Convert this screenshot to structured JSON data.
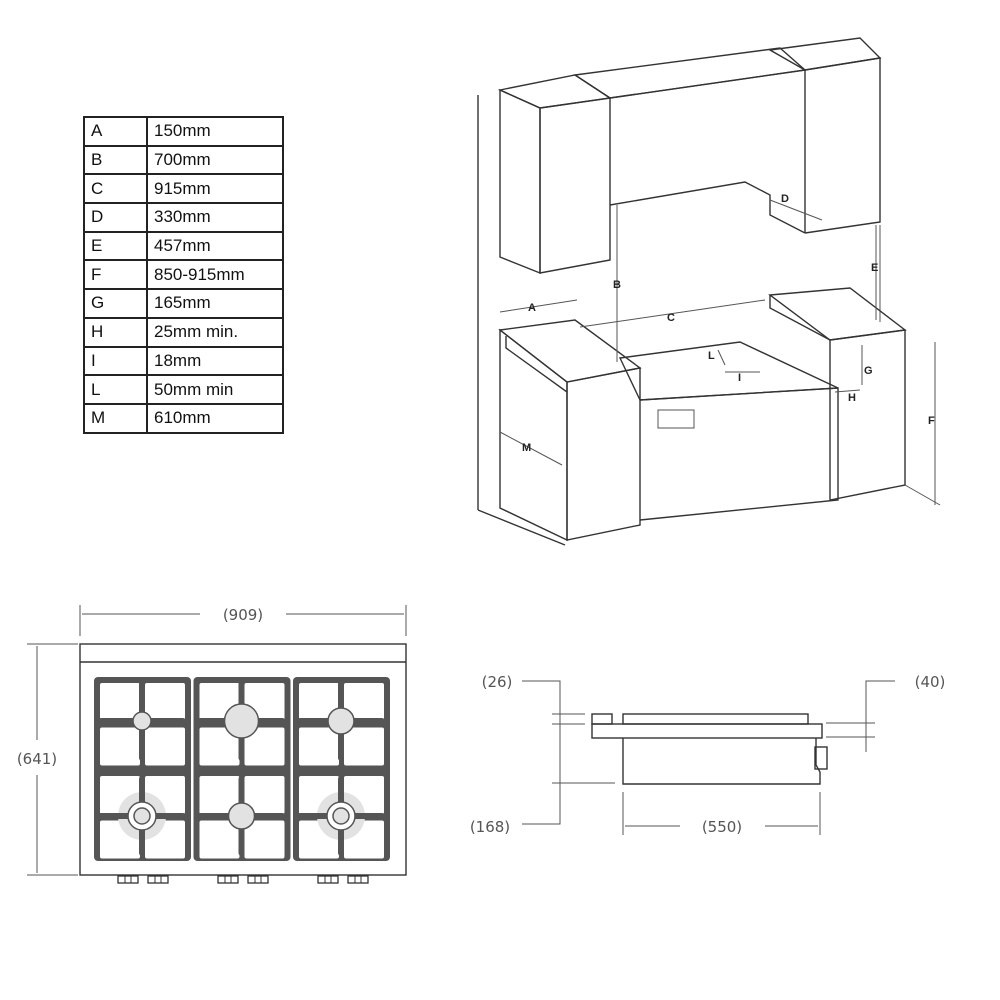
{
  "dimension_table": [
    {
      "key": "A",
      "value": "150mm"
    },
    {
      "key": "B",
      "value": "700mm"
    },
    {
      "key": "C",
      "value": "915mm"
    },
    {
      "key": "D",
      "value": "330mm"
    },
    {
      "key": "E",
      "value": "457mm"
    },
    {
      "key": "F",
      "value": "850-915mm"
    },
    {
      "key": "G",
      "value": "165mm"
    },
    {
      "key": "H",
      "value": "25mm min."
    },
    {
      "key": "I",
      "value": "18mm"
    },
    {
      "key": "L",
      "value": "50mm min"
    },
    {
      "key": "M",
      "value": "610mm"
    }
  ],
  "installation_labels": {
    "A": "A",
    "B": "B",
    "C": "C",
    "D": "D",
    "E": "E",
    "F": "F",
    "G": "G",
    "H": "H",
    "I": "I",
    "L": "L",
    "M": "M"
  },
  "top_view": {
    "width": "(909)",
    "depth": "(641)"
  },
  "side_view": {
    "top_height": "(26)",
    "body_height": "(168)",
    "front_height": "(40)",
    "depth": "(550)"
  }
}
